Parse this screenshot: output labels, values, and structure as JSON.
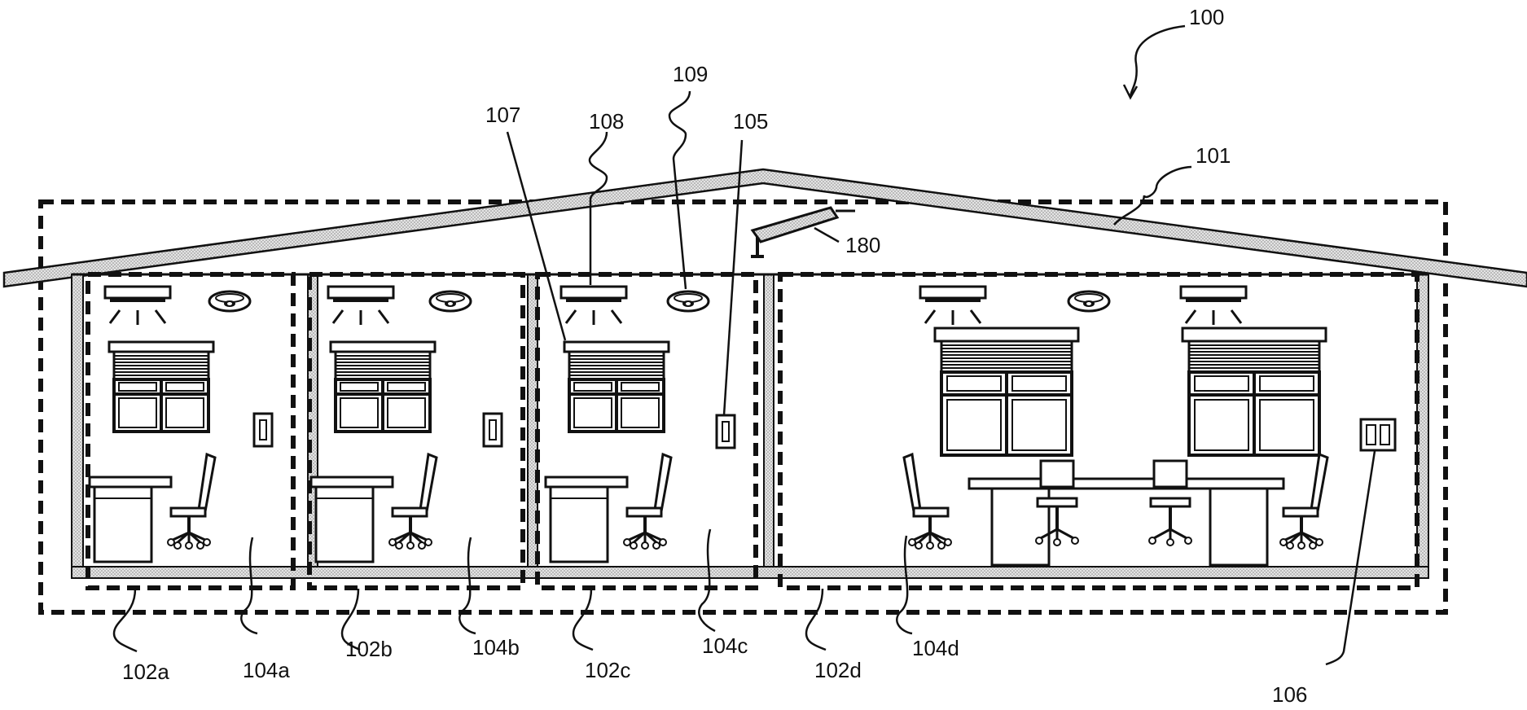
{
  "figure": {
    "title": "",
    "colors": {
      "line": "#111111",
      "fill_hatch": "#d0d0d0",
      "background": "#ffffff"
    },
    "labels": {
      "building_system": "100",
      "roof": "101",
      "area_a": "102a",
      "area_b": "102b",
      "area_c": "102c",
      "area_d": "102d",
      "space_a": "104a",
      "space_b": "104b",
      "space_c": "104c",
      "space_d": "104d",
      "control_device": "105",
      "multi_control_device": "106",
      "lighting_load": "107",
      "motorized_shade": "108",
      "occupancy_sensor": "109",
      "camera": "180"
    },
    "icons": [
      "ceiling-light-icon",
      "occupancy-sensor-icon",
      "motorized-window-shade-icon",
      "wall-keypad-icon",
      "desk-icon",
      "office-chair-icon",
      "conference-table-icon",
      "camera-icon"
    ]
  }
}
